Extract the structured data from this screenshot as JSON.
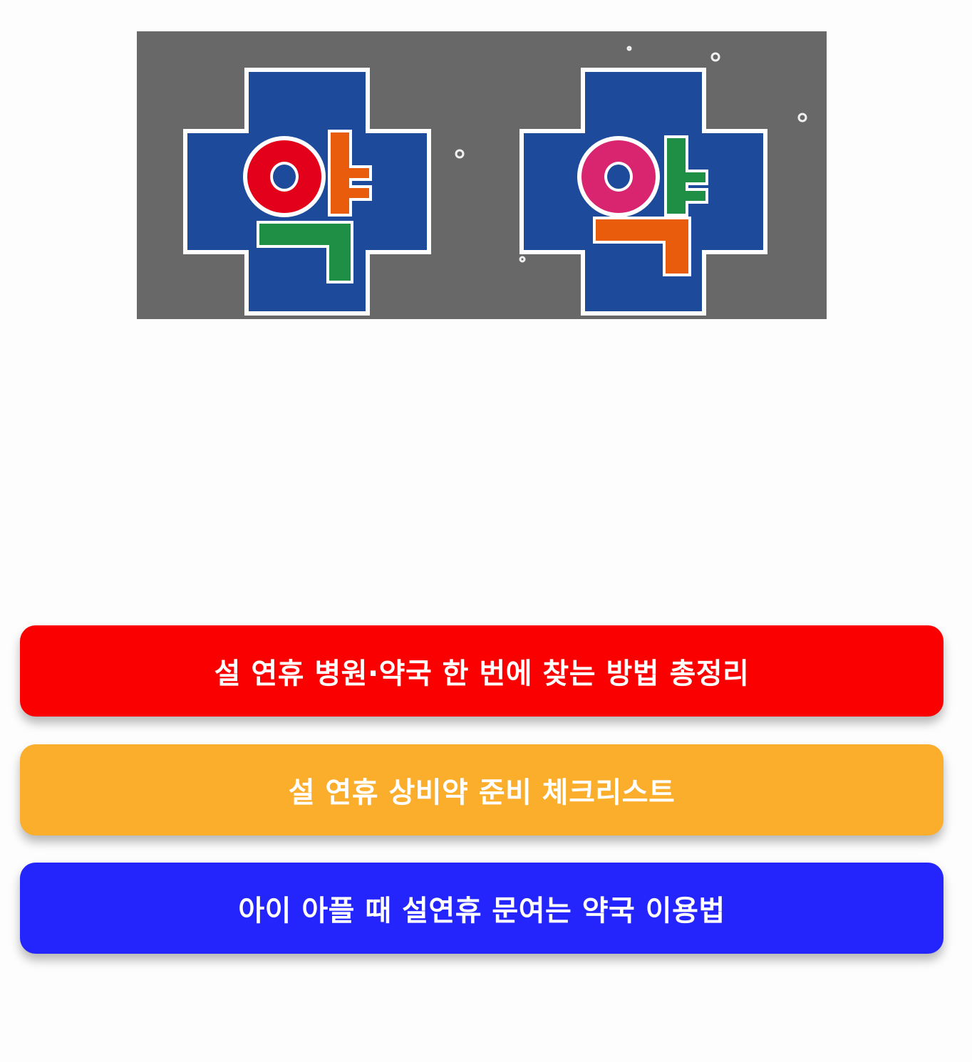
{
  "banner": {
    "logo_left": {
      "text": "약",
      "colors": {
        "vowel_circle": "#e3001b",
        "stroke_side": "#e85c0b",
        "final_consonant": "#1e8f45"
      }
    },
    "logo_right": {
      "text": "약",
      "colors": {
        "vowel_circle": "#d9246f",
        "stroke_side": "#1e8f45",
        "final_consonant": "#e85c0b"
      }
    },
    "cross_color": "#1e4a9c",
    "background_color": "#686868"
  },
  "buttons": [
    {
      "label": "설 연휴 병원·약국 한 번에 찾는 방법 총정리",
      "color": "#fa0000"
    },
    {
      "label": "설 연휴 상비약 준비 체크리스트",
      "color": "#fbae2c"
    },
    {
      "label": "아이 아플 때 설연휴 문여는 약국 이용법",
      "color": "#2424fd"
    }
  ]
}
